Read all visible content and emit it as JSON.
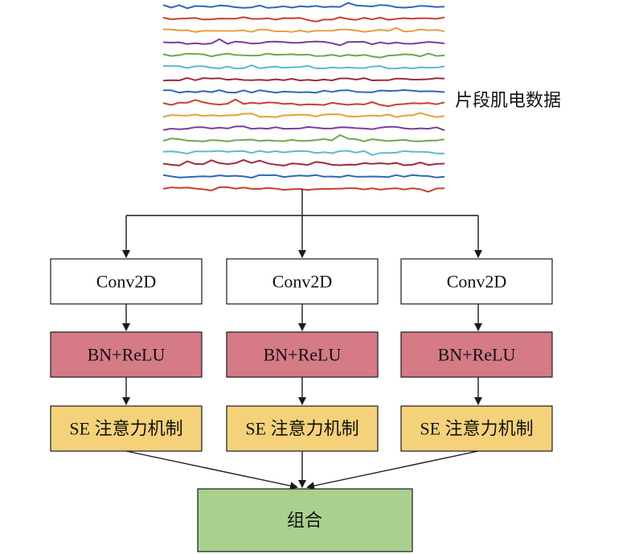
{
  "signal_label": "片段肌电数据",
  "branches": [
    {
      "conv_label": "Conv2D",
      "bn_label": "BN+ReLU",
      "se_label": "SE 注意力机制"
    },
    {
      "conv_label": "Conv2D",
      "bn_label": "BN+ReLU",
      "se_label": "SE 注意力机制"
    },
    {
      "conv_label": "Conv2D",
      "bn_label": "BN+ReLU",
      "se_label": "SE 注意力机制"
    }
  ],
  "combine_label": "组合",
  "colors": {
    "conv_fill": "#ffffff",
    "bn_fill": "#d47b86",
    "se_fill": "#f5d27a",
    "combine_fill": "#a9d08e",
    "stroke": "#1a1a1a",
    "signal_channels": [
      "#2e67b8",
      "#c8402c",
      "#e2a23a",
      "#7a3d99",
      "#6ea84a",
      "#5cb8d8",
      "#9e2b3c",
      "#2e67b8",
      "#c8402c",
      "#e2a23a",
      "#7a3d99",
      "#6ea84a",
      "#5cb8d8",
      "#9e2b3c",
      "#2e67b8",
      "#c8402c"
    ]
  }
}
